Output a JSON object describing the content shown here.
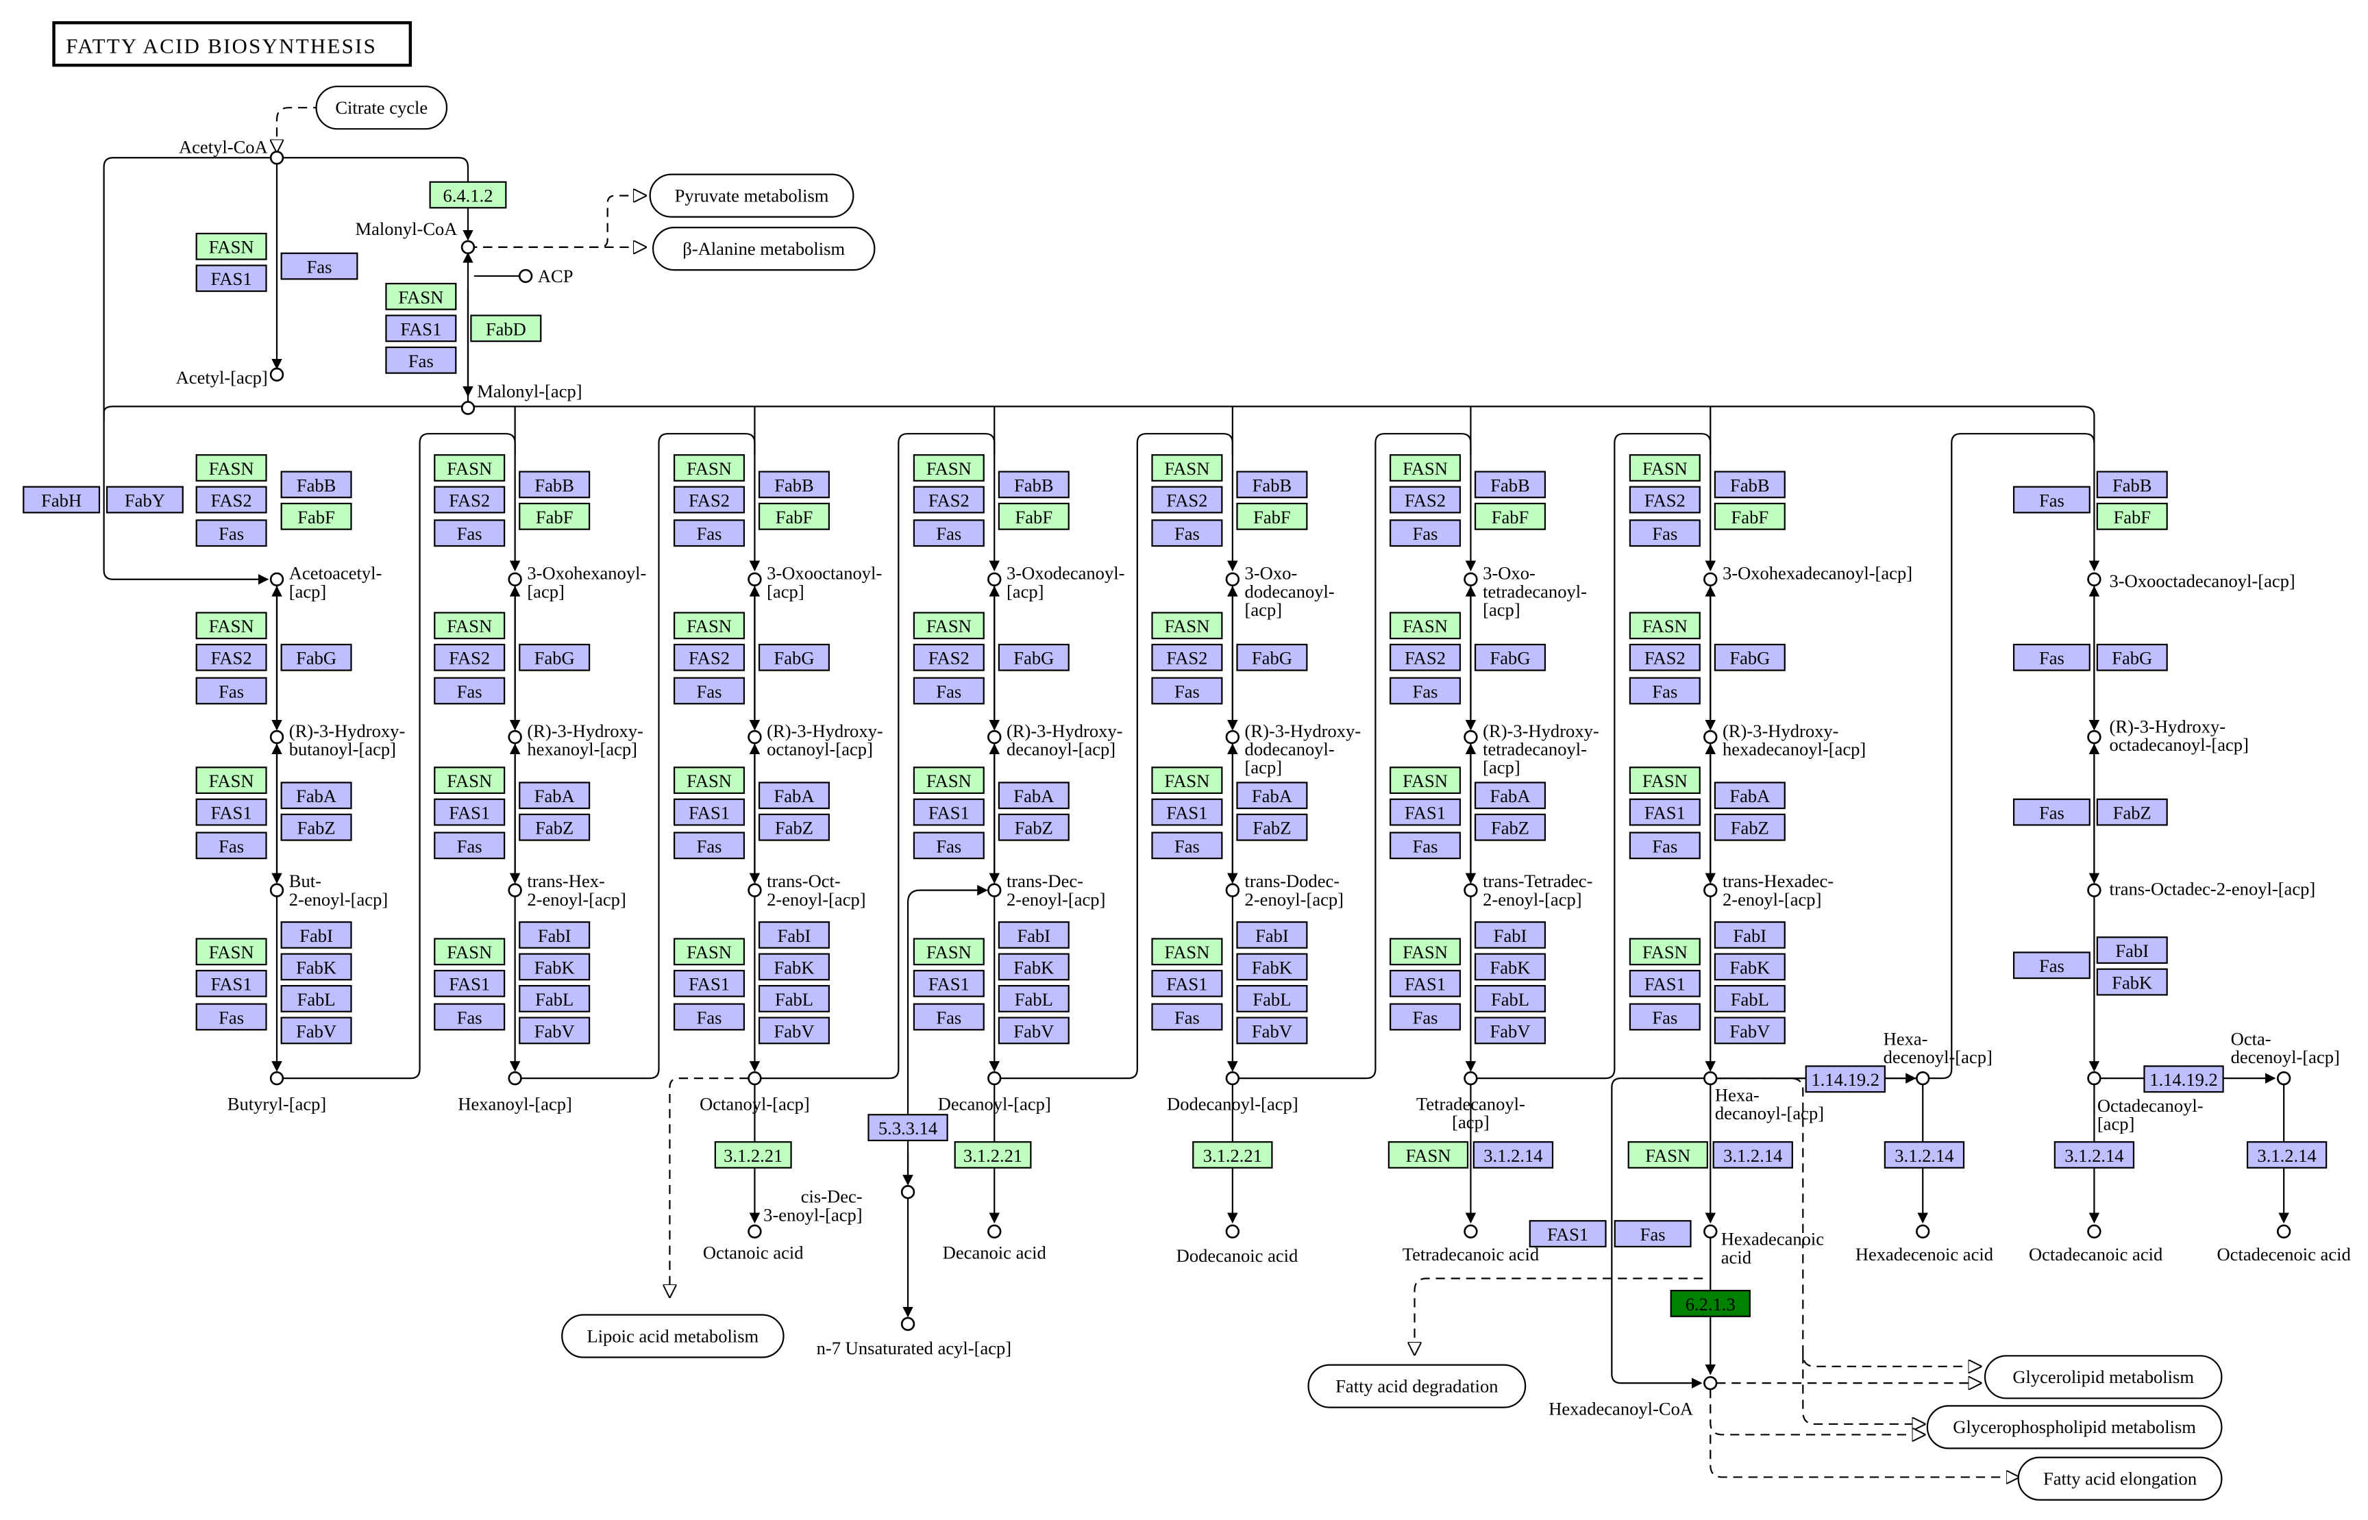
{
  "title": "FATTY ACID BIOSYNTHESIS",
  "colors": {
    "green": "#bfffbf",
    "blue": "#bfbfff",
    "dark_green": "#008000",
    "line": "#000000",
    "background": "#ffffff"
  },
  "maps": {
    "citrate": "Citrate cycle",
    "pyruvate": "Pyruvate metabolism",
    "alanine": "β-Alanine metabolism",
    "lipoic": "Lipoic acid metabolism",
    "degradation": "Fatty acid degradation",
    "glycerolipid": "Glycerolipid metabolism",
    "glycerophospholipid": "Glycerophospholipid metabolism",
    "elongation": "Fatty acid elongation"
  },
  "compounds": [
    {
      "id": "acetylcoa",
      "lines": [
        "Acetyl-CoA"
      ]
    },
    {
      "id": "malonylcoa",
      "lines": [
        "Malonyl-CoA"
      ]
    },
    {
      "id": "acp",
      "lines": [
        "ACP"
      ]
    },
    {
      "id": "acetylacp",
      "lines": [
        "Acetyl-[acp]"
      ]
    },
    {
      "id": "malonylacp",
      "lines": [
        "Malonyl-[acp]"
      ]
    },
    {
      "id": "c4_oxo",
      "lines": [
        "Acetoacetyl-",
        "[acp]"
      ]
    },
    {
      "id": "c4_hyd",
      "lines": [
        "(R)-3-Hydroxy-",
        "butanoyl-[acp]"
      ]
    },
    {
      "id": "c4_en",
      "lines": [
        "But-",
        "2-enoyl-[acp]"
      ]
    },
    {
      "id": "c4",
      "lines": [
        "Butyryl-[acp]"
      ]
    },
    {
      "id": "c6_oxo",
      "lines": [
        "3-Oxohexanoyl-",
        "[acp]"
      ]
    },
    {
      "id": "c6_hyd",
      "lines": [
        "(R)-3-Hydroxy-",
        "hexanoyl-[acp]"
      ]
    },
    {
      "id": "c6_en",
      "lines": [
        "trans-Hex-",
        "2-enoyl-[acp]"
      ]
    },
    {
      "id": "c6",
      "lines": [
        "Hexanoyl-[acp]"
      ]
    },
    {
      "id": "c8_oxo",
      "lines": [
        "3-Oxooctanoyl-",
        "[acp]"
      ]
    },
    {
      "id": "c8_hyd",
      "lines": [
        "(R)-3-Hydroxy-",
        "octanoyl-[acp]"
      ]
    },
    {
      "id": "c8_en",
      "lines": [
        "trans-Oct-",
        "2-enoyl-[acp]"
      ]
    },
    {
      "id": "c8",
      "lines": [
        "Octanoyl-[acp]"
      ]
    },
    {
      "id": "c10_oxo",
      "lines": [
        "3-Oxodecanoyl-",
        "[acp]"
      ]
    },
    {
      "id": "c10_hyd",
      "lines": [
        "(R)-3-Hydroxy-",
        "decanoyl-[acp]"
      ]
    },
    {
      "id": "c10_en",
      "lines": [
        "trans-Dec-",
        "2-enoyl-[acp]"
      ]
    },
    {
      "id": "c10",
      "lines": [
        "Decanoyl-[acp]"
      ]
    },
    {
      "id": "c12_oxo",
      "lines": [
        "3-Oxo-",
        "dodecanoyl-",
        "[acp]"
      ]
    },
    {
      "id": "c12_hyd",
      "lines": [
        "(R)-3-Hydroxy-",
        "dodecanoyl-",
        "[acp]"
      ]
    },
    {
      "id": "c12_en",
      "lines": [
        "trans-Dodec-",
        "2-enoyl-[acp]"
      ]
    },
    {
      "id": "c12",
      "lines": [
        "Dodecanoyl-[acp]"
      ]
    },
    {
      "id": "c14_oxo",
      "lines": [
        "3-Oxo-",
        "tetradecanoyl-",
        "[acp]"
      ]
    },
    {
      "id": "c14_hyd",
      "lines": [
        "(R)-3-Hydroxy-",
        "tetradecanoyl-",
        "[acp]"
      ]
    },
    {
      "id": "c14_en",
      "lines": [
        "trans-Tetradec-",
        "2-enoyl-[acp]"
      ]
    },
    {
      "id": "c14",
      "lines": [
        "Tetradecanoyl-",
        "[acp]"
      ]
    },
    {
      "id": "c16_oxo",
      "lines": [
        "3-Oxohexadecanoyl-[acp]"
      ]
    },
    {
      "id": "c16_hyd",
      "lines": [
        "(R)-3-Hydroxy-",
        "hexadecanoyl-[acp]"
      ]
    },
    {
      "id": "c16_en",
      "lines": [
        "trans-Hexadec-",
        "2-enoyl-[acp]"
      ]
    },
    {
      "id": "c16",
      "lines": [
        "Hexa-",
        "decanoyl-[acp]"
      ]
    },
    {
      "id": "c18_oxo",
      "lines": [
        "3-Oxooctadecanoyl-[acp]"
      ]
    },
    {
      "id": "c18_hyd",
      "lines": [
        "(R)-3-Hydroxy-",
        "octadecanoyl-[acp]"
      ]
    },
    {
      "id": "c18_en",
      "lines": [
        "trans-Octadec-2-enoyl-[acp]"
      ]
    },
    {
      "id": "c18",
      "lines": [
        "Octadecanoyl-",
        "[acp]"
      ]
    },
    {
      "id": "octanoic",
      "lines": [
        "Octanoic acid"
      ]
    },
    {
      "id": "decanoic",
      "lines": [
        "Decanoic acid"
      ]
    },
    {
      "id": "cisdec",
      "lines": [
        "cis-Dec-",
        "3-enoyl-[acp]"
      ]
    },
    {
      "id": "n7",
      "lines": [
        "n-7 Unsaturated acyl-[acp]"
      ]
    },
    {
      "id": "dodecanoic",
      "lines": [
        "Dodecanoic acid"
      ]
    },
    {
      "id": "tetradecanoic",
      "lines": [
        "Tetradecanoic acid"
      ]
    },
    {
      "id": "hexadecanoic",
      "lines": [
        "Hexadecanoic",
        "acid"
      ]
    },
    {
      "id": "hexadecenoyl",
      "lines": [
        "Hexa-",
        "decenoyl-[acp]"
      ]
    },
    {
      "id": "hexadecenoic",
      "lines": [
        "Hexadecenoic acid"
      ]
    },
    {
      "id": "octadecanoic",
      "lines": [
        "Octadecanoic acid"
      ]
    },
    {
      "id": "octadecenoyl",
      "lines": [
        "Octa-",
        "decenoyl-[acp]"
      ]
    },
    {
      "id": "octadecenoic",
      "lines": [
        "Octadecenoic acid"
      ]
    },
    {
      "id": "hexadecanoylcoa",
      "lines": [
        "Hexadecanoyl-CoA"
      ]
    }
  ],
  "enzymes": [
    {
      "id": "e_6412",
      "label": "6.4.1.2",
      "color": "green"
    },
    {
      "id": "e_fasn_ac",
      "label": "FASN",
      "color": "green"
    },
    {
      "id": "e_fas1_ac",
      "label": "FAS1",
      "color": "blue"
    },
    {
      "id": "e_fas_ac",
      "label": "Fas",
      "color": "blue"
    },
    {
      "id": "e_fasn_mal",
      "label": "FASN",
      "color": "green"
    },
    {
      "id": "e_fas1_mal",
      "label": "FAS1",
      "color": "blue"
    },
    {
      "id": "e_fabd",
      "label": "FabD",
      "color": "green"
    },
    {
      "id": "e_fas_mal",
      "label": "Fas",
      "color": "blue"
    },
    {
      "id": "e_fabh",
      "label": "FabH",
      "color": "blue"
    },
    {
      "id": "e_faby",
      "label": "FabY",
      "color": "blue"
    },
    {
      "id": "e_1_0",
      "label": "FASN",
      "color": "green"
    },
    {
      "id": "e_1_1",
      "label": "FAS2",
      "color": "blue"
    },
    {
      "id": "e_1_2",
      "label": "Fas",
      "color": "blue"
    },
    {
      "id": "e_1_3",
      "label": "FabB",
      "color": "blue"
    },
    {
      "id": "e_1_4",
      "label": "FabF",
      "color": "green"
    },
    {
      "id": "e_2_0",
      "label": "FASN",
      "color": "green"
    },
    {
      "id": "e_2_1",
      "label": "FAS2",
      "color": "blue"
    },
    {
      "id": "e_2_2",
      "label": "Fas",
      "color": "blue"
    },
    {
      "id": "e_2_3",
      "label": "FabG",
      "color": "blue"
    },
    {
      "id": "e_3_0",
      "label": "FASN",
      "color": "green"
    },
    {
      "id": "e_3_1",
      "label": "FAS1",
      "color": "blue"
    },
    {
      "id": "e_3_2",
      "label": "Fas",
      "color": "blue"
    },
    {
      "id": "e_3_3",
      "label": "FabA",
      "color": "blue"
    },
    {
      "id": "e_3_4",
      "label": "FabZ",
      "color": "blue"
    },
    {
      "id": "e_4_0",
      "label": "FASN",
      "color": "green"
    },
    {
      "id": "e_4_1",
      "label": "FAS1",
      "color": "blue"
    },
    {
      "id": "e_4_2",
      "label": "Fas",
      "color": "blue"
    },
    {
      "id": "e_4_3",
      "label": "FabI",
      "color": "blue"
    },
    {
      "id": "e_4_4",
      "label": "FabK",
      "color": "blue"
    },
    {
      "id": "e_4_5",
      "label": "FabL",
      "color": "blue"
    },
    {
      "id": "e_4_6",
      "label": "FabV",
      "color": "blue"
    },
    {
      "id": "e_fas_18a",
      "label": "Fas",
      "color": "blue"
    },
    {
      "id": "e_fabb_18",
      "label": "FabB",
      "color": "blue"
    },
    {
      "id": "e_fabf_18",
      "label": "FabF",
      "color": "green"
    },
    {
      "id": "e_fas_18b",
      "label": "Fas",
      "color": "blue"
    },
    {
      "id": "e_fabg_18",
      "label": "FabG",
      "color": "blue"
    },
    {
      "id": "e_fas_18c",
      "label": "Fas",
      "color": "blue"
    },
    {
      "id": "e_fabz_18",
      "label": "FabZ",
      "color": "blue"
    },
    {
      "id": "e_fas_18d",
      "label": "Fas",
      "color": "blue"
    },
    {
      "id": "e_fabi_18",
      "label": "FabI",
      "color": "blue"
    },
    {
      "id": "e_fabk_18",
      "label": "FabK",
      "color": "blue"
    },
    {
      "id": "e_312221",
      "label": "3.1.2.21",
      "color": "green"
    },
    {
      "id": "e_53314",
      "label": "5.3.3.14",
      "color": "blue"
    },
    {
      "id": "e_31214",
      "label": "3.1.2.14",
      "color": "blue"
    },
    {
      "id": "e_fasn_te",
      "label": "FASN",
      "color": "green"
    },
    {
      "id": "e_114192",
      "label": "1.14.19.2",
      "color": "blue"
    },
    {
      "id": "e_fas1_b",
      "label": "FAS1",
      "color": "blue"
    },
    {
      "id": "e_fas_b",
      "label": "Fas",
      "color": "blue"
    },
    {
      "id": "e_6213",
      "label": "6.2.1.3",
      "color": "dark_green"
    }
  ]
}
